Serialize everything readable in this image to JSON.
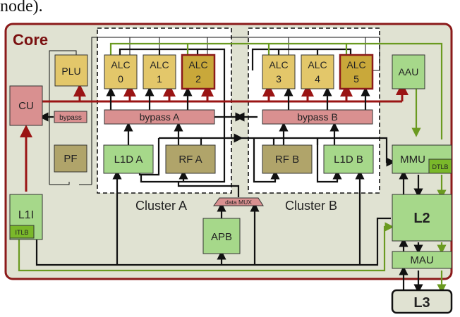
{
  "caption": "node).",
  "core": {
    "title": "Core"
  },
  "colors": {
    "core_border": "#8b1a1a",
    "core_fill": "#e0e2d2",
    "yellow_unit": "#e3c76a",
    "dark_yellow_unit": "#c9a83a",
    "olive_unit": "#b0a46a",
    "green_unit": "#a6d88a",
    "bright_green": "#7ab82a",
    "pink_unit": "#d99090",
    "red_line": "#9a1414",
    "green_line": "#6a9a20",
    "black_line": "#111111"
  },
  "units": {
    "plu": "PLU",
    "cu": "CU",
    "bypass_small": "bypass",
    "pf": "PF",
    "alc0": [
      "ALC",
      "0"
    ],
    "alc1": [
      "ALC",
      "1"
    ],
    "alc2": [
      "ALC",
      "2"
    ],
    "alc3": [
      "ALC",
      "3"
    ],
    "alc4": [
      "ALC",
      "4"
    ],
    "alc5": [
      "ALC",
      "5"
    ],
    "aau": "AAU",
    "bypass_a": "bypass A",
    "bypass_b": "bypass B",
    "l1d_a": "L1D A",
    "rf_a": "RF A",
    "rf_b": "RF B",
    "l1d_b": "L1D B",
    "mmu": "MMU",
    "dtlb": "DTLB",
    "l1i": "L1I",
    "itlb": "ITLB",
    "data_mux": "data MUX",
    "apb": "APB",
    "l2": "L2",
    "mau": "MAU",
    "l3": "L3"
  },
  "clusters": {
    "a": "Cluster A",
    "b": "Cluster B"
  }
}
